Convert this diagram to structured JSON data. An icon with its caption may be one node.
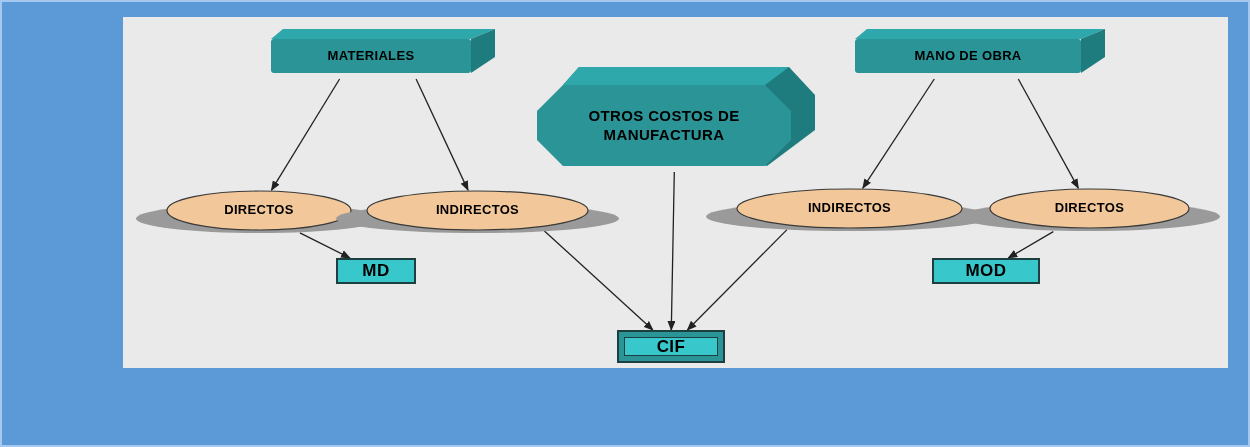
{
  "diagram": {
    "nodes": [
      {
        "text": [
          "MATERIALES"
        ]
      },
      {
        "text": [
          "MANO DE OBRA"
        ]
      },
      {
        "text": [
          "OTROS COSTOS DE MANUFACTURA"
        ]
      },
      {
        "text": [
          "DIRECTOS"
        ]
      },
      {
        "text": [
          "INDIRECTOS"
        ]
      },
      {
        "text": [
          "INDIRECTOS"
        ]
      },
      {
        "text": [
          "DIRECTOS"
        ]
      },
      {
        "text": [
          "MD"
        ]
      },
      {
        "text": [
          "MOD"
        ]
      },
      {
        "text": [
          "CIF"
        ]
      }
    ],
    "edges": [
      {
        "from": 0,
        "to": 3,
        "arrow": "to"
      },
      {
        "from": 0,
        "to": 4,
        "arrow": "to"
      },
      {
        "from": 1,
        "to": 5,
        "arrow": "to"
      },
      {
        "from": 1,
        "to": 6,
        "arrow": "to"
      },
      {
        "from": 3,
        "to": 7,
        "arrow": "to"
      },
      {
        "from": 6,
        "to": 8,
        "arrow": "to"
      },
      {
        "from": 4,
        "to": 9,
        "arrow": "to"
      },
      {
        "from": 2,
        "to": 9,
        "arrow": "to"
      },
      {
        "from": 5,
        "to": 9,
        "arrow": "to"
      }
    ]
  }
}
